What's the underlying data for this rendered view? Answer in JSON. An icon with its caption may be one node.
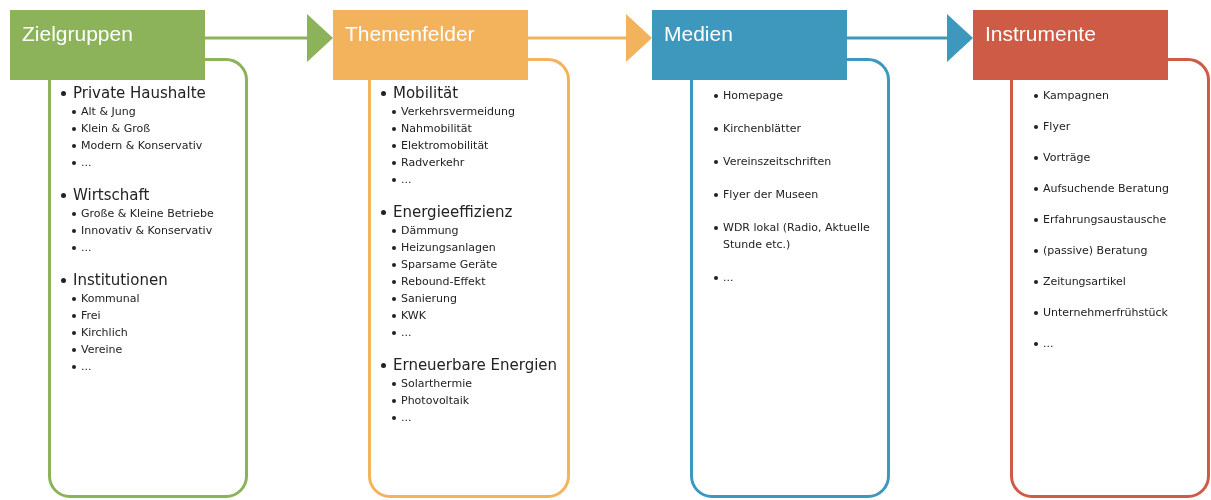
{
  "diagram": {
    "nodes": [
      {
        "text": [
          "Zielgruppen"
        ]
      },
      {
        "text": [
          "Private Haushalte",
          "Alt & Jung",
          "Klein & Groß",
          "Modern & Konservativ",
          "...",
          "Wirtschaft",
          "Große & Kleine Betriebe",
          "Innovativ & Konservativ",
          "...",
          "Institutionen",
          "Kommunal",
          "Frei",
          "Kirchlich",
          "Vereine",
          "..."
        ]
      },
      {
        "text": [
          "Themenfelder"
        ]
      },
      {
        "text": [
          "Mobilität",
          "Verkehrsvermeidung",
          "Nahmobilität",
          "Elektromobilität",
          "Radverkehr",
          "...",
          "Energieeffizienz",
          "Dämmung",
          "Heizungsanlagen",
          "Sparsame Geräte",
          "Rebound-Effekt",
          "Sanierung",
          "KWK",
          "...",
          "Erneuerbare Energien",
          "Solarthermie",
          "Photovoltaik",
          "..."
        ]
      },
      {
        "text": [
          "Medien"
        ]
      },
      {
        "text": [
          "Homepage",
          "Kirchenblätter",
          "Vereinszeitschriften",
          "Flyer der Museen",
          "WDR lokal (Radio, Aktuelle Stunde etc.)",
          "..."
        ]
      },
      {
        "text": [
          "Instrumente"
        ]
      },
      {
        "text": [
          "Kampagnen",
          "Flyer",
          "Vorträge",
          "Aufsuchende Beratung",
          "Erfahrungsaustausche",
          "(passive) Beratung",
          "Zeitungsartikel",
          "Unternehmerfrühstück",
          "..."
        ]
      }
    ],
    "edges": [
      {
        "from": 0,
        "to": 2,
        "arrow": "to",
        "color": "#8cb35a"
      },
      {
        "from": 2,
        "to": 4,
        "arrow": "to",
        "color": "#f3b35c"
      },
      {
        "from": 4,
        "to": 6,
        "arrow": "to",
        "color": "#3e97bd"
      }
    ]
  }
}
